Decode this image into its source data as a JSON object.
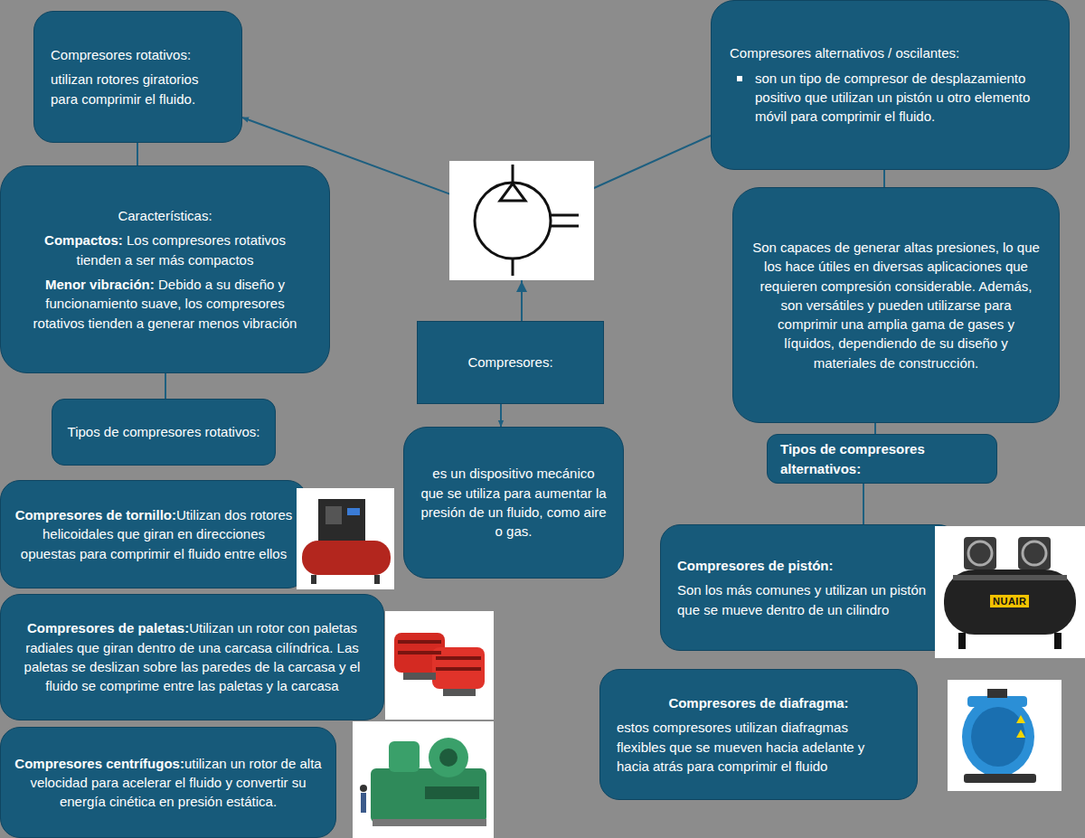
{
  "diagram": {
    "nodes": [
      {
        "text": [
          "Compresores rotativos:",
          "utilizan rotores giratorios para comprimir el fluido."
        ]
      },
      {
        "text": [
          "Características:",
          "Compactos:",
          "Los compresores rotativos tienden a ser más compactos",
          "Menor vibración:",
          "Debido a su diseño y funcionamiento suave, los compresores rotativos tienden a generar menos vibración"
        ]
      },
      {
        "text": [
          "Tipos de compresores rotativos:"
        ]
      },
      {
        "text": [
          "Compresores de tornillo:",
          "Utilizan dos rotores helicoidales que giran en direcciones opuestas para comprimir el fluido entre ellos"
        ]
      },
      {
        "text": [
          "Compresores de paletas:",
          "Utilizan un rotor con paletas radiales que giran dentro de una carcasa cilíndrica. Las paletas se deslizan sobre las paredes de la carcasa y el fluido se comprime entre las paletas y la carcasa"
        ]
      },
      {
        "text": [
          "Compresores centrífugos:",
          "utilizan un rotor de alta velocidad para acelerar el fluido y convertir su energía cinética en presión estática."
        ]
      },
      {
        "text": [
          "Compresores:"
        ]
      },
      {
        "text": [
          "es un dispositivo mecánico que se utiliza para aumentar la presión de un fluido, como aire o gas."
        ]
      },
      {
        "text": [
          "Compresores alternativos / oscilantes:",
          "son un tipo de compresor de desplazamiento positivo que utilizan un pistón u otro elemento móvil para comprimir el fluido."
        ]
      },
      {
        "text": [
          "Son capaces de generar altas presiones, lo que los hace útiles en diversas aplicaciones que requieren compresión considerable. Además, son versátiles y pueden utilizarse para comprimir una amplia gama de gases y líquidos, dependiendo de su diseño y materiales de construcción."
        ]
      },
      {
        "text": [
          "Tipos de compresores alternativos:"
        ]
      },
      {
        "text": [
          "Compresores de pistón:",
          "Son los más comunes y utilizan un pistón que se mueve dentro de un cilindro"
        ]
      },
      {
        "text": [
          "Compresores de diafragma:",
          "estos compresores utilizan diafragmas flexibles que se mueven hacia adelante y hacia atrás para comprimir el fluido"
        ]
      }
    ],
    "edges": [
      {
        "from": 6,
        "to": 0,
        "arrow": "to"
      },
      {
        "from": 6,
        "to": 8,
        "arrow": "none"
      },
      {
        "from": 6,
        "to": 7,
        "arrow": "to"
      },
      {
        "from": 0,
        "to": 1,
        "arrow": "none"
      },
      {
        "from": 1,
        "to": 2,
        "arrow": "none"
      },
      {
        "from": 8,
        "to": 9,
        "arrow": "none"
      },
      {
        "from": 9,
        "to": 10,
        "arrow": "none"
      },
      {
        "from": 10,
        "to": 11,
        "arrow": "none"
      }
    ],
    "labels": [
      "NUAIR"
    ]
  }
}
